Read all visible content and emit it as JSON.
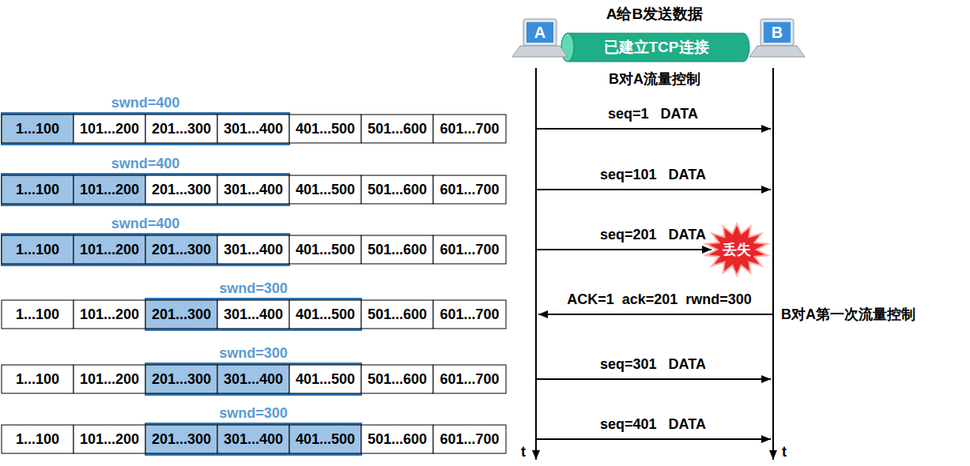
{
  "diagram": {
    "title": "A给B发送数据",
    "nodes": [
      {
        "text": [
          "A"
        ]
      },
      {
        "text": [
          "已建立TCP连接"
        ]
      },
      {
        "text": [
          "B"
        ]
      },
      {
        "text": [
          "丢失"
        ]
      }
    ],
    "labels": [
      "B对A流量控制",
      "swnd=400",
      "1...100",
      "101...200",
      "201...300",
      "301...400",
      "401...500",
      "501...600",
      "601...700",
      "seq=1   DATA",
      "swnd=400",
      "1...100",
      "101...200",
      "201...300",
      "301...400",
      "401...500",
      "501...600",
      "601...700",
      "seq=101   DATA",
      "swnd=400",
      "1...100",
      "101...200",
      "201...300",
      "301...400",
      "401...500",
      "501...600",
      "601...700",
      "seq=201   DATA",
      "swnd=300",
      "1...100",
      "101...200",
      "201...300",
      "301...400",
      "401...500",
      "501...600",
      "601...700",
      "ACK=1  ack=201  rwnd=300",
      "B对A第一次流量控制",
      "swnd=300",
      "1...100",
      "101...200",
      "201...300",
      "301...400",
      "401...500",
      "501...600",
      "601...700",
      "seq=301   DATA",
      "swnd=300",
      "1...100",
      "101...200",
      "201...300",
      "301...400",
      "401...500",
      "501...600",
      "601...700",
      "seq=401   DATA",
      "t",
      "t"
    ]
  }
}
